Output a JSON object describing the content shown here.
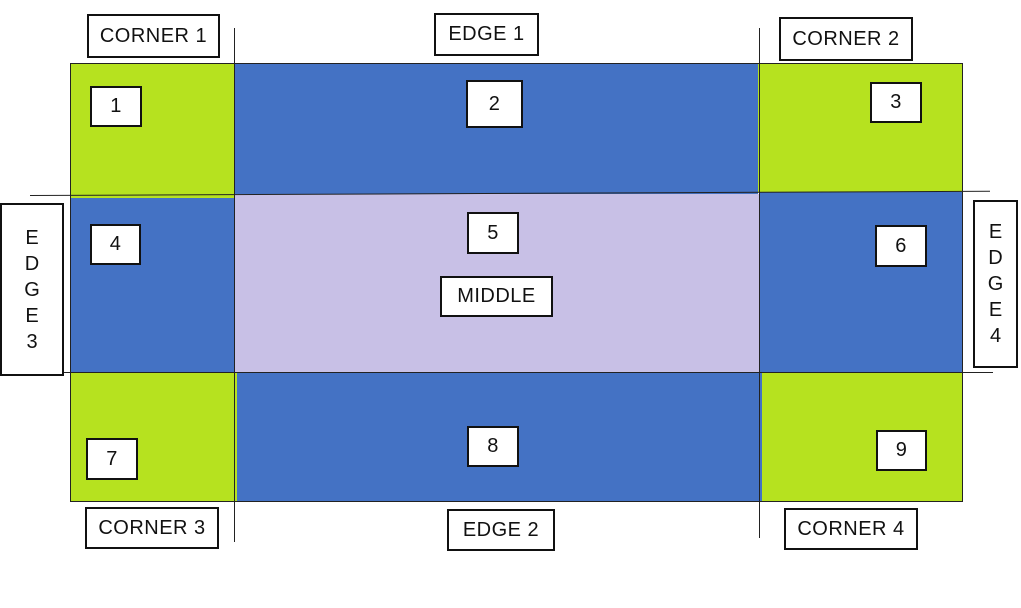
{
  "colors": {
    "corner": "#b6e21f",
    "edge": "#4472c4",
    "middle": "#c8c0e6",
    "line": "#222222"
  },
  "labels": {
    "corner1": "CORNER 1",
    "corner2": "CORNER 2",
    "corner3": "CORNER 3",
    "corner4": "CORNER 4",
    "edge1": "EDGE 1",
    "edge2": "EDGE 2",
    "edge3": [
      "E",
      "D",
      "G",
      "E",
      "3"
    ],
    "edge4": [
      "E",
      "D",
      "G",
      "E",
      "4"
    ],
    "middle": "MIDDLE"
  },
  "cells": {
    "c1": "1",
    "c2": "2",
    "c3": "3",
    "c4": "4",
    "c5": "5",
    "c6": "6",
    "c7": "7",
    "c8": "8",
    "c9": "9"
  }
}
